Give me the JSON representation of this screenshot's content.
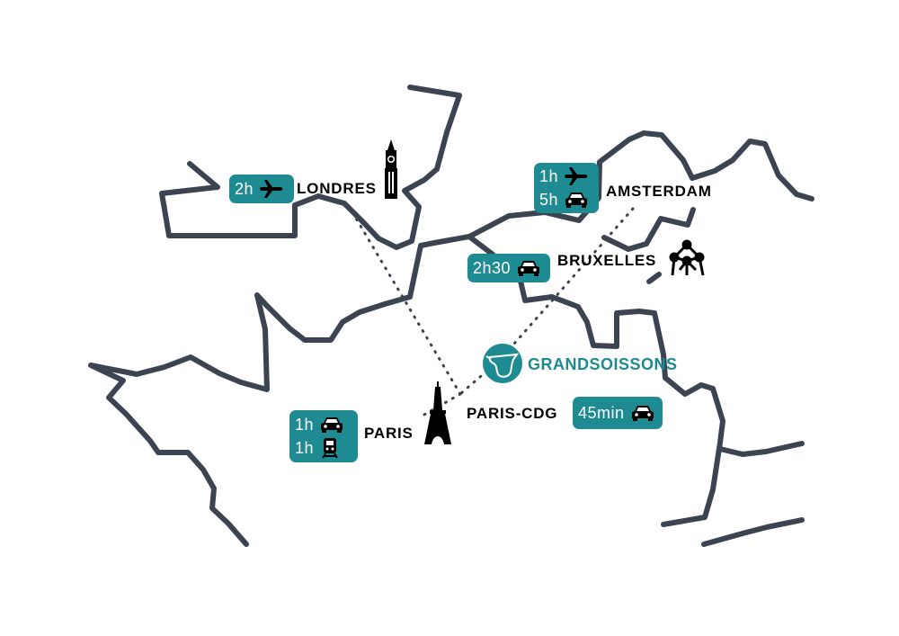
{
  "colors": {
    "accent": "#1e8a92",
    "border": "#3c4452",
    "text": "#000000",
    "background": "#ffffff"
  },
  "cities": {
    "londres": "LONDRES",
    "amsterdam": "AMSTERDAM",
    "bruxelles": "BRUXELLES",
    "paris": "PARIS",
    "paris_cdg": "PARIS-CDG"
  },
  "brand": {
    "name": "GRANDSOISSONS",
    "icon": "vase-icon"
  },
  "travel": {
    "londres": [
      {
        "time": "2h",
        "mode": "plane-icon"
      }
    ],
    "amsterdam": [
      {
        "time": "1h",
        "mode": "plane-icon"
      },
      {
        "time": "5h",
        "mode": "car-icon"
      }
    ],
    "bruxelles": [
      {
        "time": "2h30",
        "mode": "car-icon"
      }
    ],
    "paris": [
      {
        "time": "1h",
        "mode": "car-icon"
      },
      {
        "time": "1h",
        "mode": "train-icon"
      }
    ],
    "paris_cdg": [
      {
        "time": "45min",
        "mode": "car-icon"
      }
    ]
  },
  "landmarks": {
    "londres": "big-ben-icon",
    "bruxelles": "atomium-icon",
    "paris": "eiffel-tower-icon"
  }
}
